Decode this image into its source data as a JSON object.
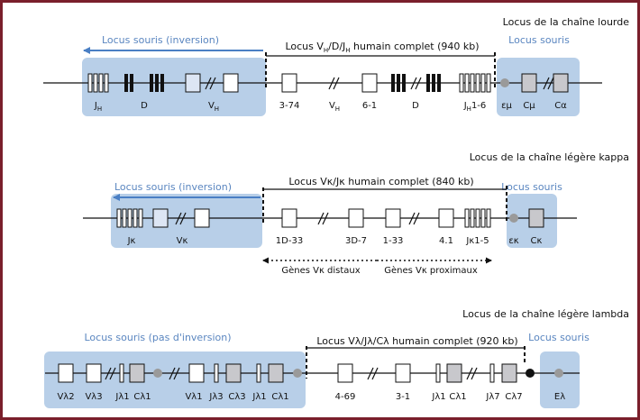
{
  "colors": {
    "border": "#7a1f2b",
    "mouse_box": "#b8cfe8",
    "arrow_blue": "#4a7fc4",
    "gene_gray": "#c8c8cc",
    "dot_gray": "#9a9a9a",
    "text_blue": "#5a86c0"
  },
  "heavy": {
    "title": "Locus de la chaîne lourde",
    "mouse_left_label": "Locus souris (inversion)",
    "human_label_parts": [
      "Locus V",
      "H",
      "/D/J",
      "H",
      " humain complet (940 kb)"
    ],
    "mouse_right_label": "Locus souris",
    "gene_labels": [
      {
        "main": "J",
        "sub": "H"
      },
      {
        "main": "D",
        "sub": ""
      },
      {
        "main": "V",
        "sub": "H"
      },
      {
        "main": "3-74",
        "sub": ""
      },
      {
        "main": "V",
        "sub": "H"
      },
      {
        "main": "6-1",
        "sub": ""
      },
      {
        "main": "D",
        "sub": ""
      },
      {
        "main": "J",
        "sub": "H",
        "tail": "1-6"
      },
      {
        "main": "εμ",
        "sub": ""
      },
      {
        "main": "Cμ",
        "sub": ""
      },
      {
        "main": "Cα",
        "sub": ""
      }
    ]
  },
  "kappa": {
    "title": "Locus de la chaîne légère kappa",
    "mouse_left_label": "Locus souris (inversion)",
    "human_label": "Locus Vκ/Jκ humain complet (840 kb)",
    "mouse_right_label": "Locus souris",
    "gene_labels": [
      "Jκ",
      "Vκ",
      "1D-33",
      "3D-7",
      "1-33",
      "4.1",
      "Jκ1-5",
      "εκ",
      "Cκ"
    ],
    "distal_label": "Gènes Vκ distaux",
    "proximal_label": "Gènes Vκ proximaux"
  },
  "lambda": {
    "title": "Locus de la chaîne légère lambda",
    "mouse_left_label": "Locus souris (pas d'inversion)",
    "human_label": "Locus Vλ/Jλ/Cλ humain complet (920 kb)",
    "mouse_right_label": "Locus souris",
    "gene_labels": [
      "Vλ2",
      "Vλ3",
      "Jλ1",
      "Cλ1",
      "Vλ1",
      "Jλ3",
      "Cλ3",
      "Jλ1",
      "Cλ1",
      "4-69",
      "3-1",
      "Jλ1",
      "Cλ1",
      "Jλ7",
      "Cλ7",
      "Eλ"
    ]
  }
}
